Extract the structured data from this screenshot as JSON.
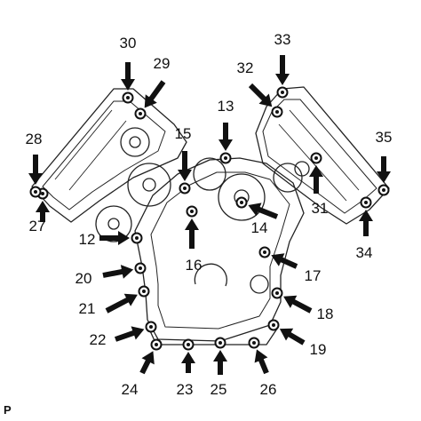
{
  "diagram": {
    "corner_label": "P",
    "bolt_labels": [
      "12",
      "13",
      "14",
      "15",
      "16",
      "17",
      "18",
      "19",
      "20",
      "21",
      "22",
      "23",
      "24",
      "25",
      "26",
      "27",
      "28",
      "29",
      "30",
      "31",
      "32",
      "33",
      "34",
      "35"
    ]
  }
}
